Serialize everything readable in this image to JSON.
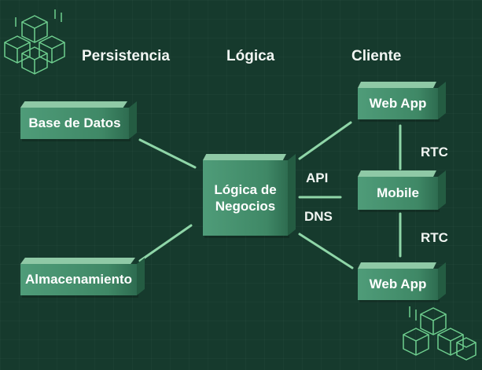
{
  "columns": {
    "persistence": "Persistencia",
    "logic": "Lógica",
    "client": "Cliente"
  },
  "nodes": {
    "database": "Base de Datos",
    "storage": "Almacenamiento",
    "logic_line1": "Lógica de",
    "logic_line2": "Negocios",
    "webapp_top": "Web App",
    "mobile": "Mobile",
    "webapp_bottom": "Web App"
  },
  "edge_labels": {
    "api": "API",
    "dns": "DNS",
    "rtc_top": "RTC",
    "rtc_bottom": "RTC"
  },
  "colors": {
    "background": "#163a2d",
    "box": "#4f9c79",
    "line": "#8fd6a8",
    "text": "#ffffff"
  },
  "icons": {
    "top_left": "isometric-cubes-icon",
    "bottom_right": "isometric-cubes-icon"
  }
}
